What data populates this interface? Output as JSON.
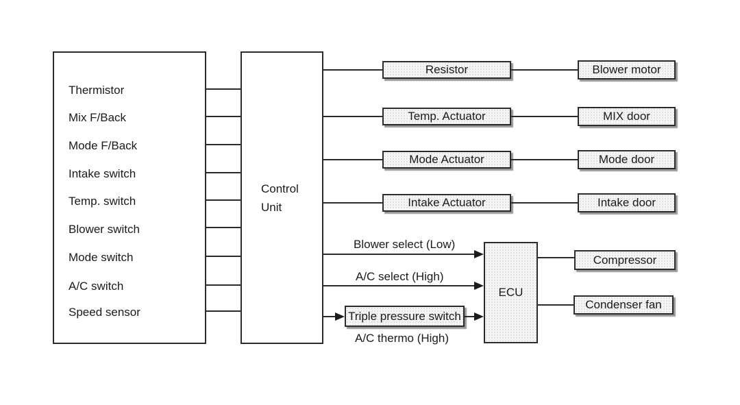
{
  "diagram": {
    "background": "#ffffff",
    "colors": {
      "line": "#2b2b2b",
      "text": "#1a1a1a",
      "box_fill": "#f5f5f5",
      "box_shadow": "#7d7d7d"
    },
    "control_unit_label": "Control Unit",
    "ecu_label": "ECU",
    "inputs": [
      "Thermistor",
      "Mix F/Back",
      "Mode F/Back",
      "Intake switch",
      "Temp. switch",
      "Blower switch",
      "Mode switch",
      "A/C switch",
      "Speed sensor"
    ],
    "actuator_rows": [
      {
        "component": "Resistor",
        "target": "Blower motor"
      },
      {
        "component": "Temp. Actuator",
        "target": "MIX door"
      },
      {
        "component": "Mode Actuator",
        "target": "Mode door"
      },
      {
        "component": "Intake Actuator",
        "target": "Intake door"
      }
    ],
    "ecu_signals": {
      "blower_select": "Blower select (Low)",
      "ac_select": "A/C select (High)",
      "triple_pressure_switch": "Triple pressure switch",
      "ac_thermo": "A/C thermo (High)"
    },
    "ecu_outputs": [
      "Compressor",
      "Condenser fan"
    ]
  }
}
